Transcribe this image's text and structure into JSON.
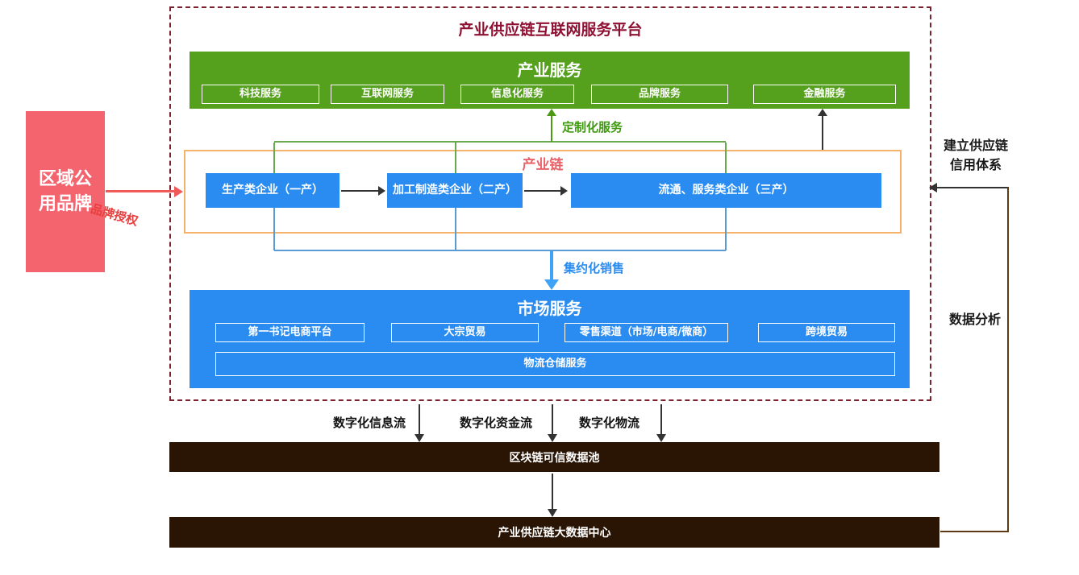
{
  "platform": {
    "title": "产业供应链互联网服务平台"
  },
  "brand_box": {
    "label": "区域公用品牌",
    "arrow_label": "品牌授权"
  },
  "industry_services": {
    "title": "产业服务",
    "items": [
      "科技服务",
      "互联网服务",
      "信息化服务",
      "品牌服务",
      "金融服务"
    ]
  },
  "industry_chain": {
    "title": "产业链",
    "companies": [
      "生产类企业（一产）",
      "加工制造类企业（二产）",
      "流通、服务类企业（三产）"
    ]
  },
  "labels": {
    "customized_service": "定制化服务",
    "intensive_sales": "集约化销售",
    "credit_system": "建立供应链\n信用体系",
    "data_analysis": "数据分析"
  },
  "market_services": {
    "title": "市场服务",
    "items": [
      "第一书记电商平台",
      "大宗贸易",
      "零售渠道（市场/电商/微商）",
      "跨境贸易"
    ],
    "logistics": "物流仓储服务"
  },
  "digital_flows": [
    "数字化信息流",
    "数字化资金流",
    "数字化物流"
  ],
  "bottom_bars": {
    "blockchain_pool": "区块链可信数据池",
    "big_data_center": "产业供应链大数据中心"
  },
  "colors": {
    "frame_maroon": "#7b2230",
    "title_red": "#8e1032",
    "green": "#55a01d",
    "green_line": "#6aa84f",
    "blue": "#2a8cf0",
    "light_blue_line": "#5b9bd5",
    "pink": "#f4646e",
    "red_arrow": "#f05a5a",
    "orange_border": "#f4b26a",
    "chain_title_red": "#e8636a",
    "dark_bar_brown": "#2a1504",
    "feedback_brown": "#5b3a14"
  }
}
